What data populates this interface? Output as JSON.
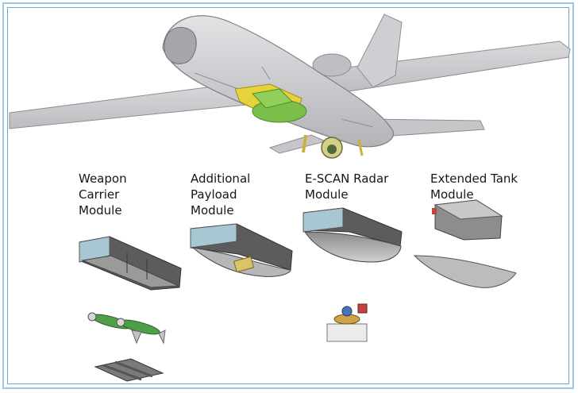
{
  "modules": [
    {
      "label": "Weapon\nCarrier\nModule"
    },
    {
      "label": "Additional\nPayload\nModule"
    },
    {
      "label": "E-SCAN Radar\nModule"
    },
    {
      "label": "Extended Tank\nModule"
    }
  ],
  "colors": {
    "frame": "#6aa7d4",
    "airframe": "#c9c9cc",
    "bay_green": "#7bbf4a",
    "bay_yellow": "#e6d23a",
    "module_blue": "#a9c6d3",
    "module_grey": "#bcbcbc",
    "weapon_green": "#4f9e4a"
  }
}
